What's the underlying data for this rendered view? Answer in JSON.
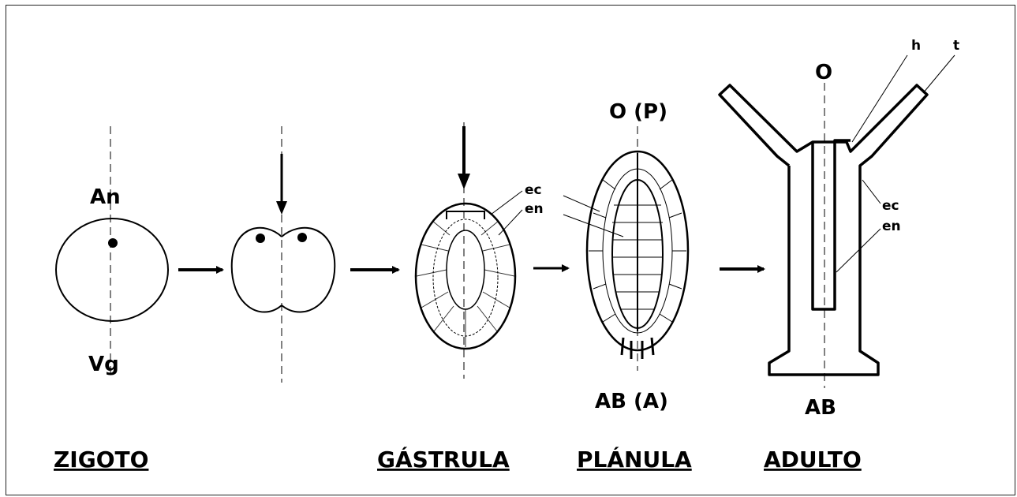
{
  "labels": {
    "zygote_animal": "An",
    "zygote_vegetal": "Vg",
    "planula_top": "O (P)",
    "planula_bottom": "AB (A)",
    "ectoderm_gastrula": "ec",
    "endoderm_gastrula": "en",
    "adult_top": "O",
    "adult_bottom": "AB",
    "hypostome": "h",
    "tentacle": "t",
    "ectoderm_adult": "ec",
    "endoderm_adult": "en"
  },
  "stages": {
    "zygote": "ZIGOTO",
    "gastrula": "GÁSTRULA",
    "planula": "PLÁNULA",
    "adult": "ADULTO"
  }
}
